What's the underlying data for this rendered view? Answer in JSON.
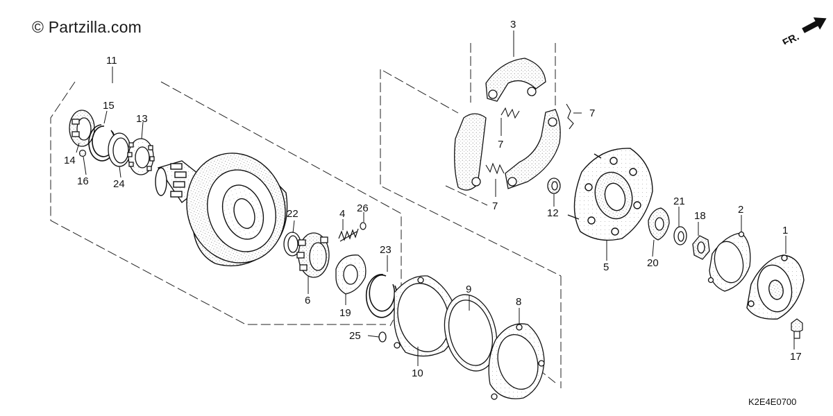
{
  "watermark": "© Partzilla.com",
  "diagram_code": "K2E4E0700",
  "front_indicator": {
    "label": "FR.",
    "icon": "arrow-up-right-icon"
  },
  "part_numbers": [
    "1",
    "2",
    "3",
    "4",
    "5",
    "6",
    "7",
    "7",
    "7",
    "8",
    "9",
    "10",
    "11",
    "12",
    "13",
    "14",
    "15",
    "16",
    "17",
    "18",
    "19",
    "20",
    "21",
    "22",
    "23",
    "24",
    "25",
    "26"
  ]
}
